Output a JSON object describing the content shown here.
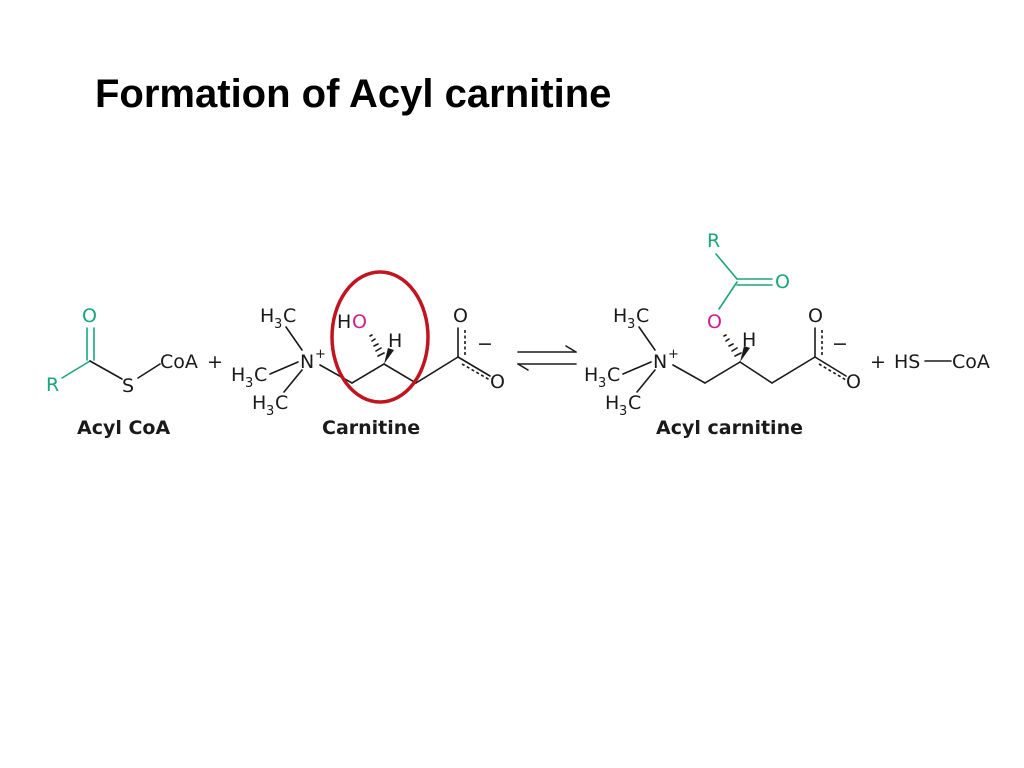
{
  "slide": {
    "title": "Formation of Acyl carnitine"
  },
  "colors": {
    "acyl_green": "#1aa57a",
    "hydroxyl_magenta": "#cc1e8c",
    "highlight_circle": "#c0141f",
    "text": "#1a1a1a",
    "background": "#ffffff"
  },
  "reaction": {
    "acyl_coa": {
      "name": "Acyl CoA",
      "r": "R",
      "o": "O",
      "s": "S",
      "coa": "CoA"
    },
    "plus_1": "+",
    "carnitine": {
      "name": "Carnitine",
      "methyl_top": {
        "h": "H",
        "sub": "3",
        "c": "C"
      },
      "methyl_left": {
        "h": "H",
        "sub": "3",
        "c": "C"
      },
      "methyl_bottom": {
        "h": "H",
        "sub": "3",
        "c": "C"
      },
      "n": "N",
      "n_charge": "+",
      "ho_h": "H",
      "ho_o": "O",
      "h": "H",
      "o_top": "O",
      "o_bottom": "O",
      "charge": "−"
    },
    "equilibrium_arrow": "⇌",
    "acyl_carnitine": {
      "name": "Acyl carnitine",
      "r": "R",
      "o_carbonyl": "O",
      "o_ester": "O",
      "methyl_top": {
        "h": "H",
        "sub": "3",
        "c": "C"
      },
      "methyl_left": {
        "h": "H",
        "sub": "3",
        "c": "C"
      },
      "methyl_bottom": {
        "h": "H",
        "sub": "3",
        "c": "C"
      },
      "n": "N",
      "n_charge": "+",
      "h": "H",
      "o_top": "O",
      "o_bottom": "O",
      "charge": "−"
    },
    "plus_2": "+",
    "coash": {
      "hs": "HS",
      "coa": "CoA"
    }
  }
}
